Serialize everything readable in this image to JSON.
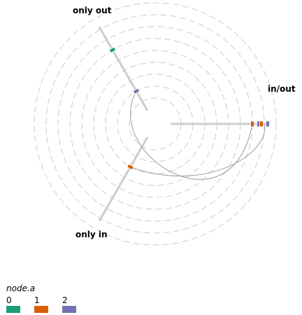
{
  "chart_data": {
    "type": "hive",
    "axes": [
      {
        "name": "only out"
      },
      {
        "name": "in/out"
      },
      {
        "name": "only in"
      }
    ],
    "nodes": [
      {
        "axis": "only out",
        "level": 6,
        "category": "0"
      },
      {
        "axis": "only out",
        "level": 2,
        "category": "2"
      },
      {
        "axis": "in/out",
        "level": 7,
        "category": "1"
      },
      {
        "axis": "in/out",
        "level": 7,
        "category": "2"
      },
      {
        "axis": "in/out",
        "level": 8,
        "category": "1"
      },
      {
        "axis": "in/out",
        "level": 8,
        "category": "2"
      },
      {
        "axis": "only in",
        "level": 3,
        "category": "1"
      }
    ],
    "edges": [
      {
        "from": "only out level 2",
        "to": "in/out level 7"
      },
      {
        "from": "only in level 3",
        "to": "in/out level 8"
      }
    ],
    "rings": 9,
    "legend": {
      "title": "node.a",
      "items": [
        {
          "label": "0",
          "color": "#1b9e77"
        },
        {
          "label": "1",
          "color": "#d95f02"
        },
        {
          "label": "2",
          "color": "#7570b3"
        }
      ]
    }
  }
}
